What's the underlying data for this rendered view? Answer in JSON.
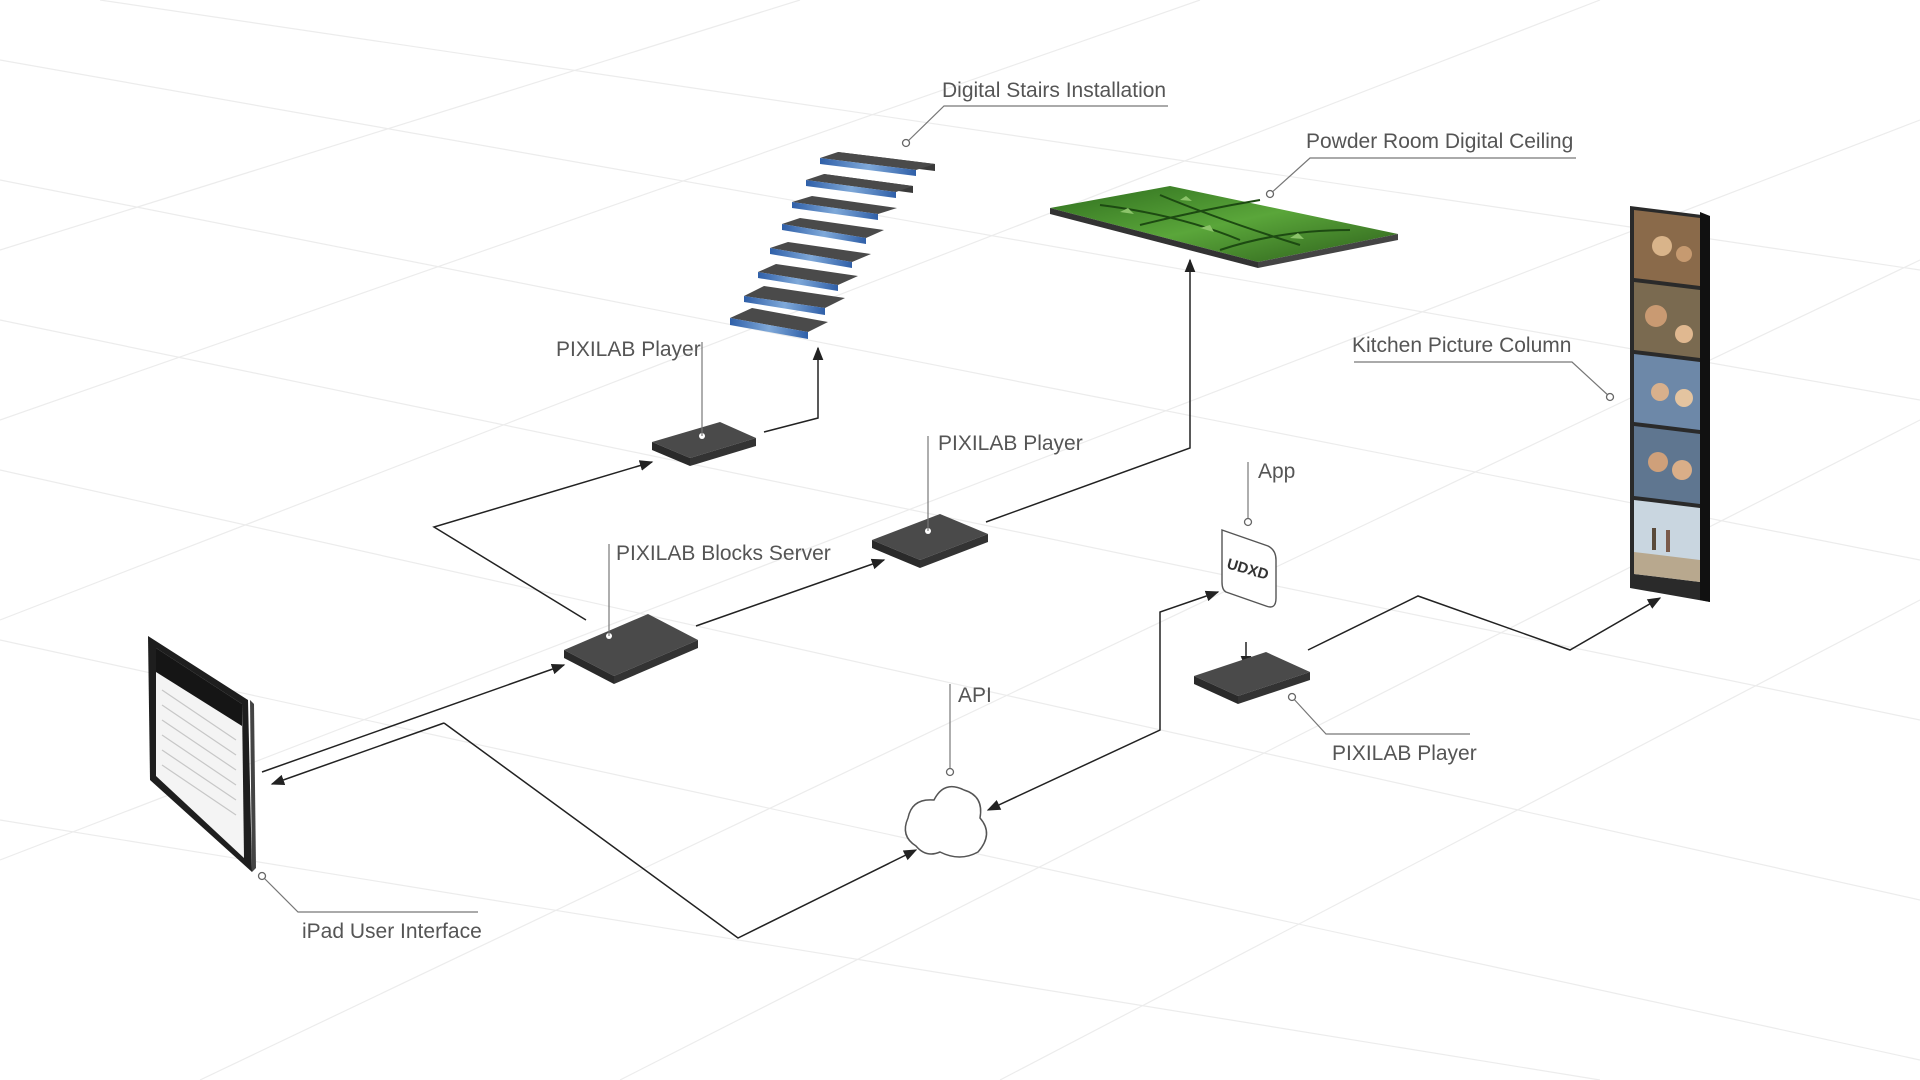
{
  "labels": {
    "stairs": "Digital Stairs Installation",
    "ceiling": "Powder Room Digital Ceiling",
    "kitchen": "Kitchen Picture Column",
    "player_top": "PIXILAB Player",
    "player_mid": "PIXILAB Player",
    "player_right": "PIXILAB Player",
    "server": "PIXILAB Blocks Server",
    "app": "App",
    "api": "API",
    "ipad": "iPad User Interface"
  },
  "app_logo_text": "UDXD",
  "icons": {
    "player_box": "media-player-icon",
    "cloud": "cloud-icon",
    "tablet": "tablet-icon",
    "app": "app-icon"
  },
  "colors": {
    "device": "#3a3a3a",
    "device_top": "#4a4a4a",
    "stair_screen": "#3f6fb3",
    "foliage": "#3f8a2a",
    "line": "#222222",
    "label": "#555555"
  }
}
